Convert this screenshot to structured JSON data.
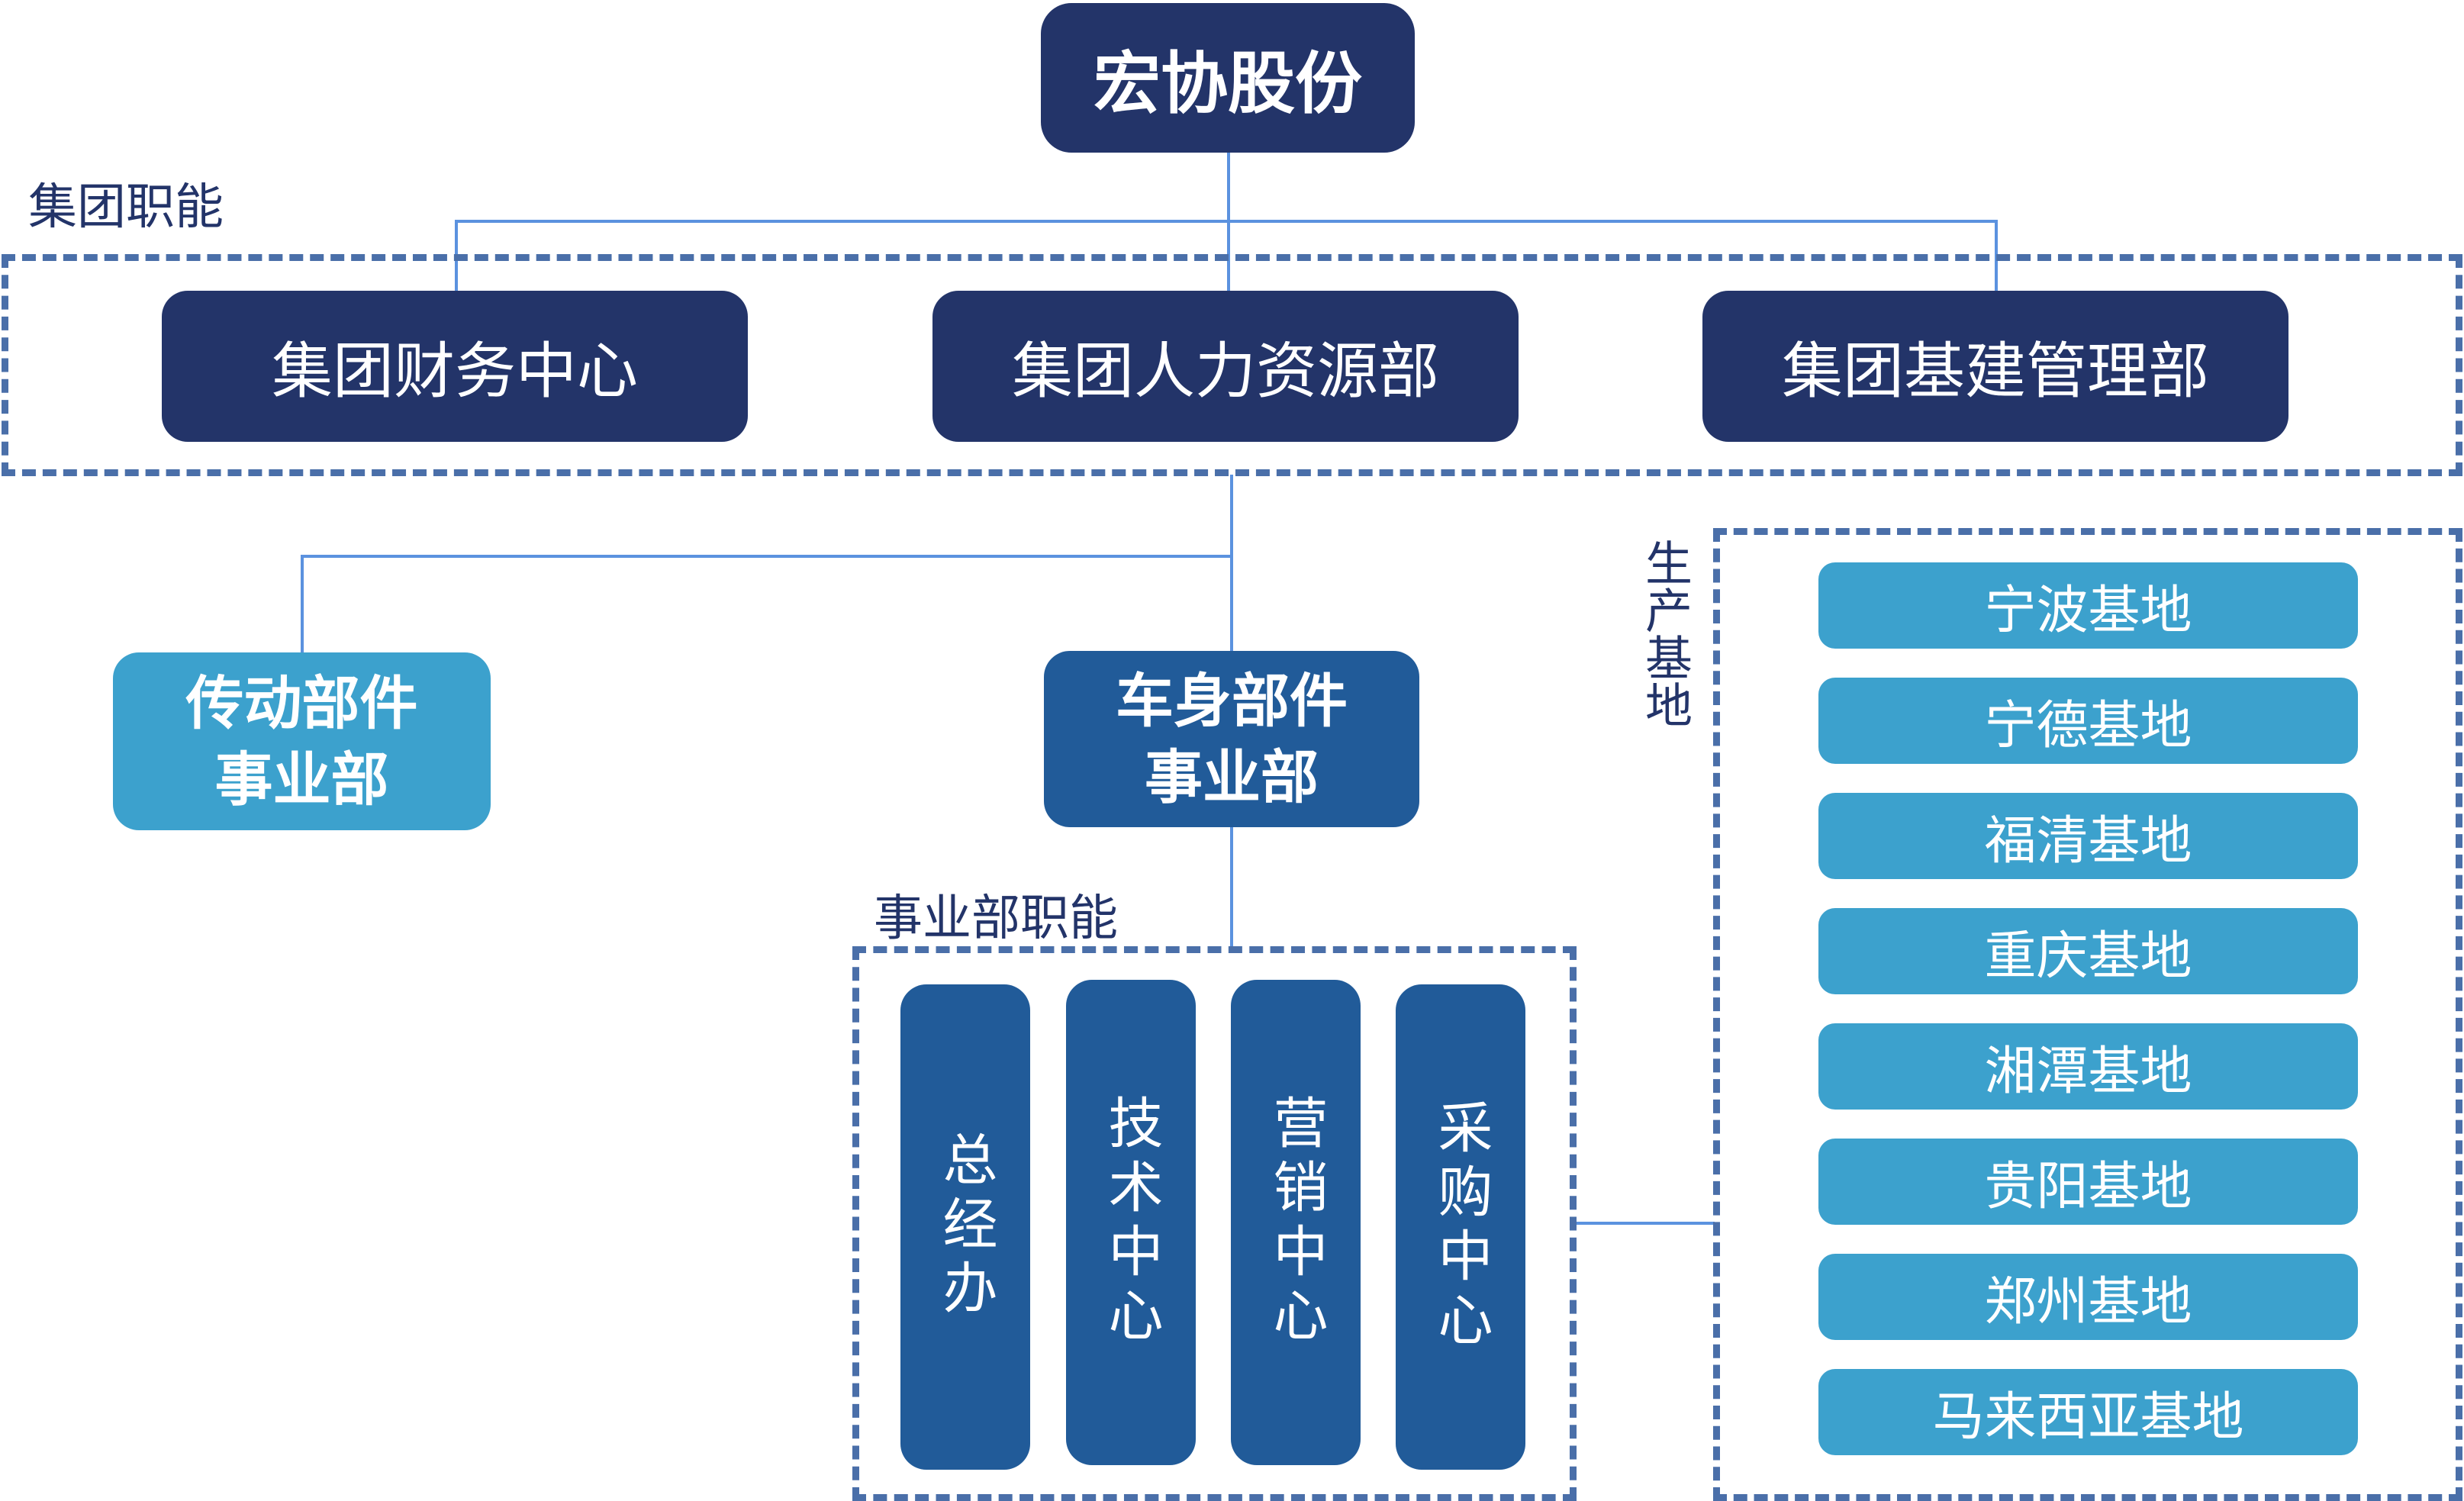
{
  "diagram": {
    "title": "宏协股份",
    "group_functions": {
      "label": "集团职能",
      "units": [
        "集团财务中心",
        "集团人力资源部",
        "集团基建管理部"
      ]
    },
    "business_divisions": [
      {
        "line1": "传动部件",
        "line2": "事业部"
      },
      {
        "line1": "车身部件",
        "line2": "事业部"
      }
    ],
    "division_functions": {
      "label": "事业部职能",
      "units": [
        "总经办",
        "技术中心",
        "营销中心",
        "采购中心"
      ]
    },
    "production_bases": {
      "label": "生产基地",
      "units": [
        "宁波基地",
        "宁德基地",
        "福清基地",
        "重庆基地",
        "湘潭基地",
        "贵阳基地",
        "郑州基地",
        "马来西亚基地"
      ]
    },
    "colors": {
      "navy": "#233469",
      "mid_blue": "#215b99",
      "sky_blue": "#3ca1cd",
      "dash_border": "#4a6fa9",
      "connector": "#5b92df"
    }
  }
}
